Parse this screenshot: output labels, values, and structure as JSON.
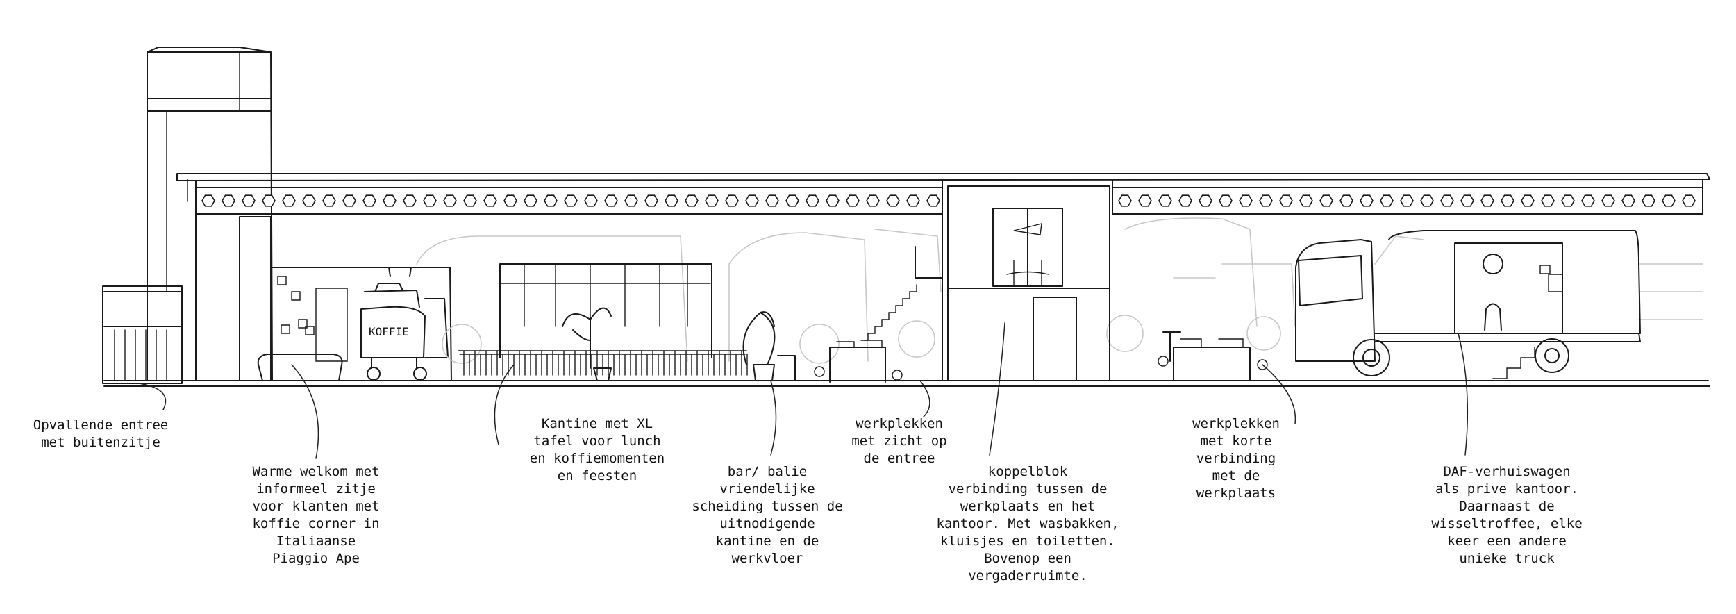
{
  "title": "",
  "annotations": {
    "entree": "Opvallende entree\nmet buitenzitje",
    "welkom": "Warme welkom met\ninformeel zitje\nvoor klanten met\nkoffie corner in\nItaliaanse\nPiaggio Ape",
    "kantine": "Kantine met XL\ntafel voor lunch\nen koffiemomenten\nen feesten",
    "bar": "bar/ balie\nvriendelijke\nscheiding tussen de\nuitnodigende\nkantine en de\nwerkvloer",
    "werkplekken_entree": "werkplekken\nmet zicht op\nde entree",
    "koppelblok": "koppelblok\nverbinding tussen de\nwerkplaats en het\nkantoor. Met wasbakken,\nkluisjes en toiletten.\nBovenop een\nvergaderruimte.",
    "werkplekken_werkplaats": "werkplekken\nmet korte\nverbinding\nmet de\nwerkplaats",
    "daf": "DAF-verhuiswagen\nals prive kantoor.\nDaarnaast de\nwisseltroffee, elke\nkeer een andere\nunieke truck"
  },
  "sketch_text": {
    "koffie_sign": "KOFFIE"
  }
}
